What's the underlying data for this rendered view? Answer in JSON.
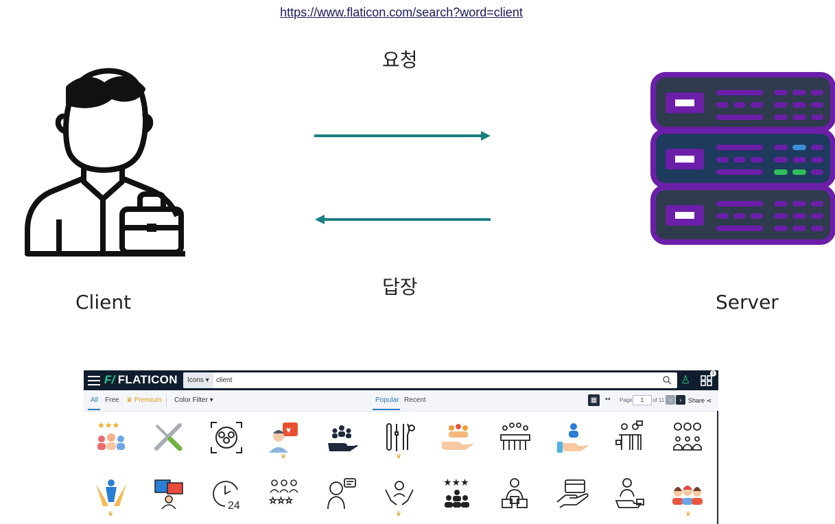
{
  "source_url": "https://www.flaticon.com/search?word=client",
  "request_label": "요청",
  "response_label": "답장",
  "client_label": "Client",
  "server_label": "Server",
  "colors": {
    "arrow": "#1a7f80",
    "server_frame": "#6b1fa8",
    "server_body": "#2e3c4d",
    "server_mid_body": "#1e3a5c",
    "flaticon_nav": "#0f1d2e",
    "flaticon_accent": "#27c88a"
  },
  "flaticon": {
    "logo": "FLATICON",
    "scope": "Icons ▾",
    "query": "client",
    "tabs": {
      "all": "All",
      "free": "Free",
      "premium": "♛ Premium",
      "color_filter": "Color Filter ▾",
      "popular": "Popular",
      "recent": "Recent"
    },
    "page_label": "Page",
    "page_value": "1",
    "page_of": "of 11",
    "share": "Share",
    "badge": "1",
    "row1_icons": [
      "rated-customers-icon",
      "wrench-screwdriver-icon",
      "group-target-icon",
      "client-heart-icon",
      "hand-group-icon",
      "tools-icon",
      "hand-people-icon",
      "crowd-icon",
      "hand-person-icon",
      "business-pair-icon",
      "location-people-icon"
    ],
    "row2_icons": [
      "hands-person-icon",
      "video-call-icon",
      "clock-24-icon",
      "rating-people-icon",
      "consultant-chat-icon",
      "hands-care-icon",
      "stars-group-icon",
      "person-boxes-icon",
      "card-hand-icon",
      "person-box-icon",
      "women-group-icon"
    ]
  }
}
